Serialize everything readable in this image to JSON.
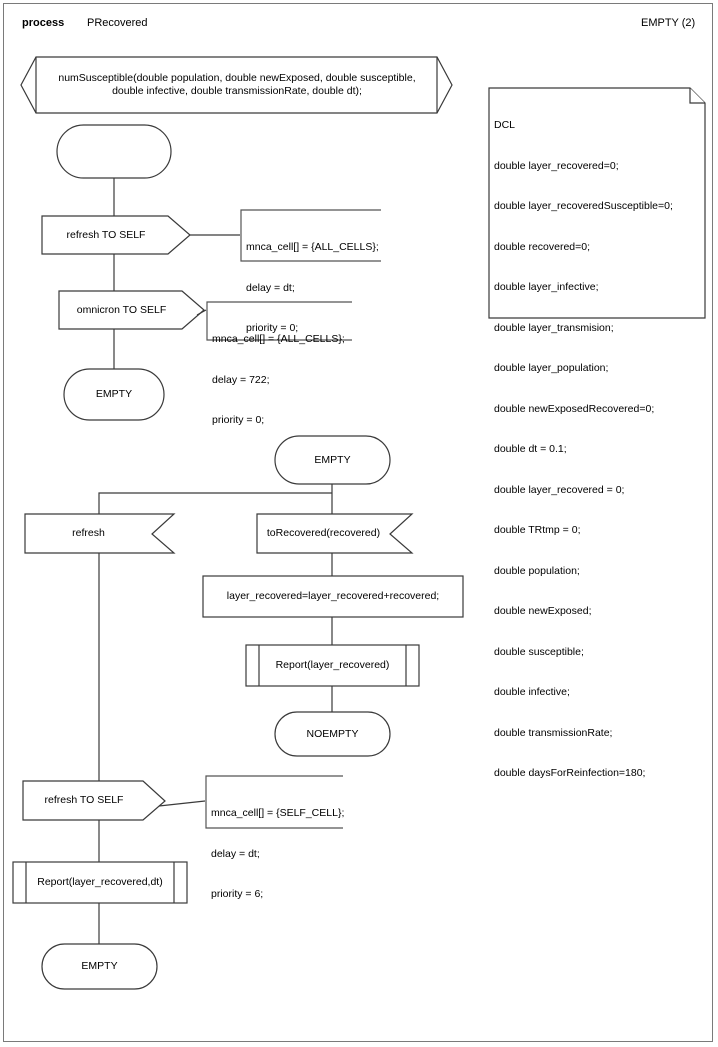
{
  "diagram": {
    "kind": "sdl-process",
    "header": {
      "keyword": "process",
      "name": "PRecovered",
      "right_label": "EMPTY (2)"
    },
    "procedure_decl": {
      "line1": "numSusceptible(double population, double newExposed, double susceptible,",
      "line2": "double infective, double transmissionRate, double dt);"
    },
    "dcl_block": {
      "title": "DCL",
      "lines": [
        "double layer_recovered=0;",
        "double layer_recoveredSusceptible=0;",
        "double recovered=0;",
        "double layer_infective;",
        "double layer_transmision;",
        "double layer_population;",
        "double newExposedRecovered=0;",
        "double dt = 0.1;",
        "double layer_recovered = 0;",
        "double TRtmp = 0;",
        "double population;",
        "double newExposed;",
        "double susceptible;",
        "double infective;",
        "double transmissionRate;",
        "double daysForReinfection=180;"
      ]
    },
    "nodes": {
      "start_state": {
        "label": ""
      },
      "output_refresh_self_1": {
        "label": "refresh TO SELF"
      },
      "comment_1": {
        "line1": "mnca_cell[] = {ALL_CELLS};",
        "line2": "delay = dt;",
        "line3": "priority = 0;"
      },
      "output_omnicron_self": {
        "label": "omnicron TO SELF"
      },
      "comment_2": {
        "line1": "mnca_cell[] = {ALL_CELLS};",
        "line2": "delay = 722;",
        "line3": "priority = 0;"
      },
      "state_empty_1": {
        "label": "EMPTY"
      },
      "state_empty_2": {
        "label": "EMPTY"
      },
      "input_refresh": {
        "label": "refresh"
      },
      "input_to_recovered": {
        "label": "toRecovered(recovered)"
      },
      "task_layer_recovered": {
        "label": "layer_recovered=layer_recovered+recovered;"
      },
      "proc_report_1": {
        "label": "Report(layer_recovered)"
      },
      "state_noempty": {
        "label": "NOEMPTY"
      },
      "output_refresh_self_2": {
        "label": "refresh TO SELF"
      },
      "comment_3": {
        "line1": "mnca_cell[] = {SELF_CELL};",
        "line2": "delay = dt;",
        "line3": "priority = 6;"
      },
      "proc_report_2": {
        "label": "Report(layer_recovered,dt)"
      },
      "state_empty_3": {
        "label": "EMPTY"
      }
    },
    "colors": {
      "stroke": "#3a3a3a",
      "frame": "#7a7a7a",
      "background": "#ffffff"
    }
  }
}
